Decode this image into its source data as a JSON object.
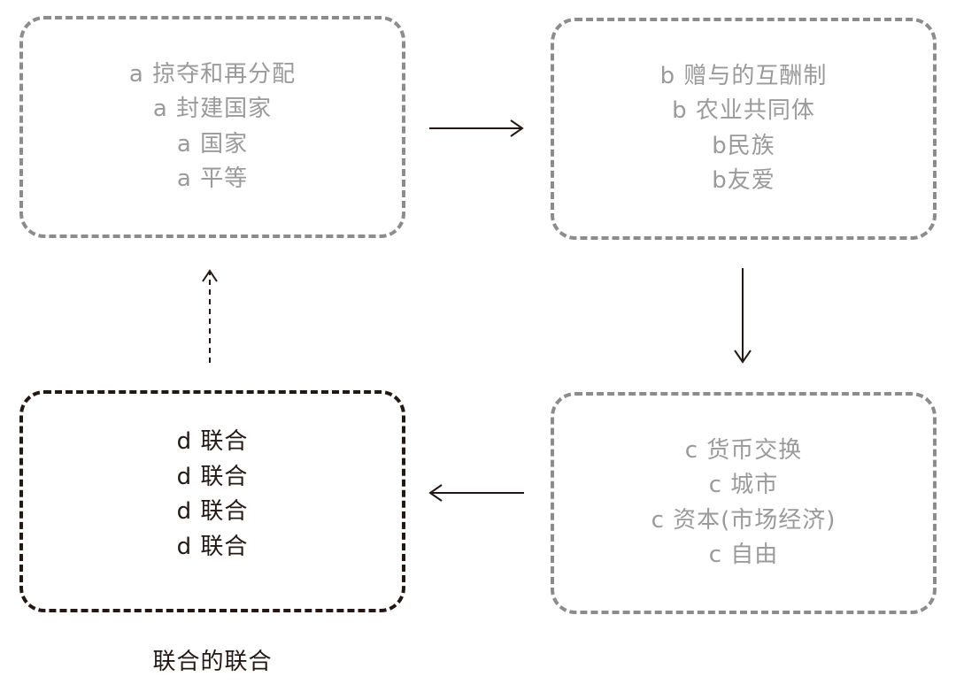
{
  "boxes": {
    "a": {
      "lines": [
        "a 掠夺和再分配",
        "a 封建国家",
        "a 国家",
        "a 平等"
      ]
    },
    "b": {
      "lines": [
        "b 赠与的互酬制",
        "b 农业共同体",
        "b民族",
        "b友爱"
      ]
    },
    "c": {
      "lines": [
        "c 货币交换",
        "c 城市",
        "c 资本(市场经济)",
        "c 自由"
      ]
    },
    "d": {
      "lines": [
        "d 联合",
        "d 联合",
        "d 联合",
        "d 联合"
      ]
    }
  },
  "caption": "联合的联合",
  "colors": {
    "gray_border": "#8c8c8c",
    "gray_text": "#9a9a9a",
    "dark": "#231815"
  },
  "arrows": [
    {
      "name": "arrow-a-to-b",
      "style": "solid"
    },
    {
      "name": "arrow-b-to-c",
      "style": "solid"
    },
    {
      "name": "arrow-c-to-d",
      "style": "solid"
    },
    {
      "name": "arrow-d-to-a",
      "style": "dashed"
    }
  ]
}
